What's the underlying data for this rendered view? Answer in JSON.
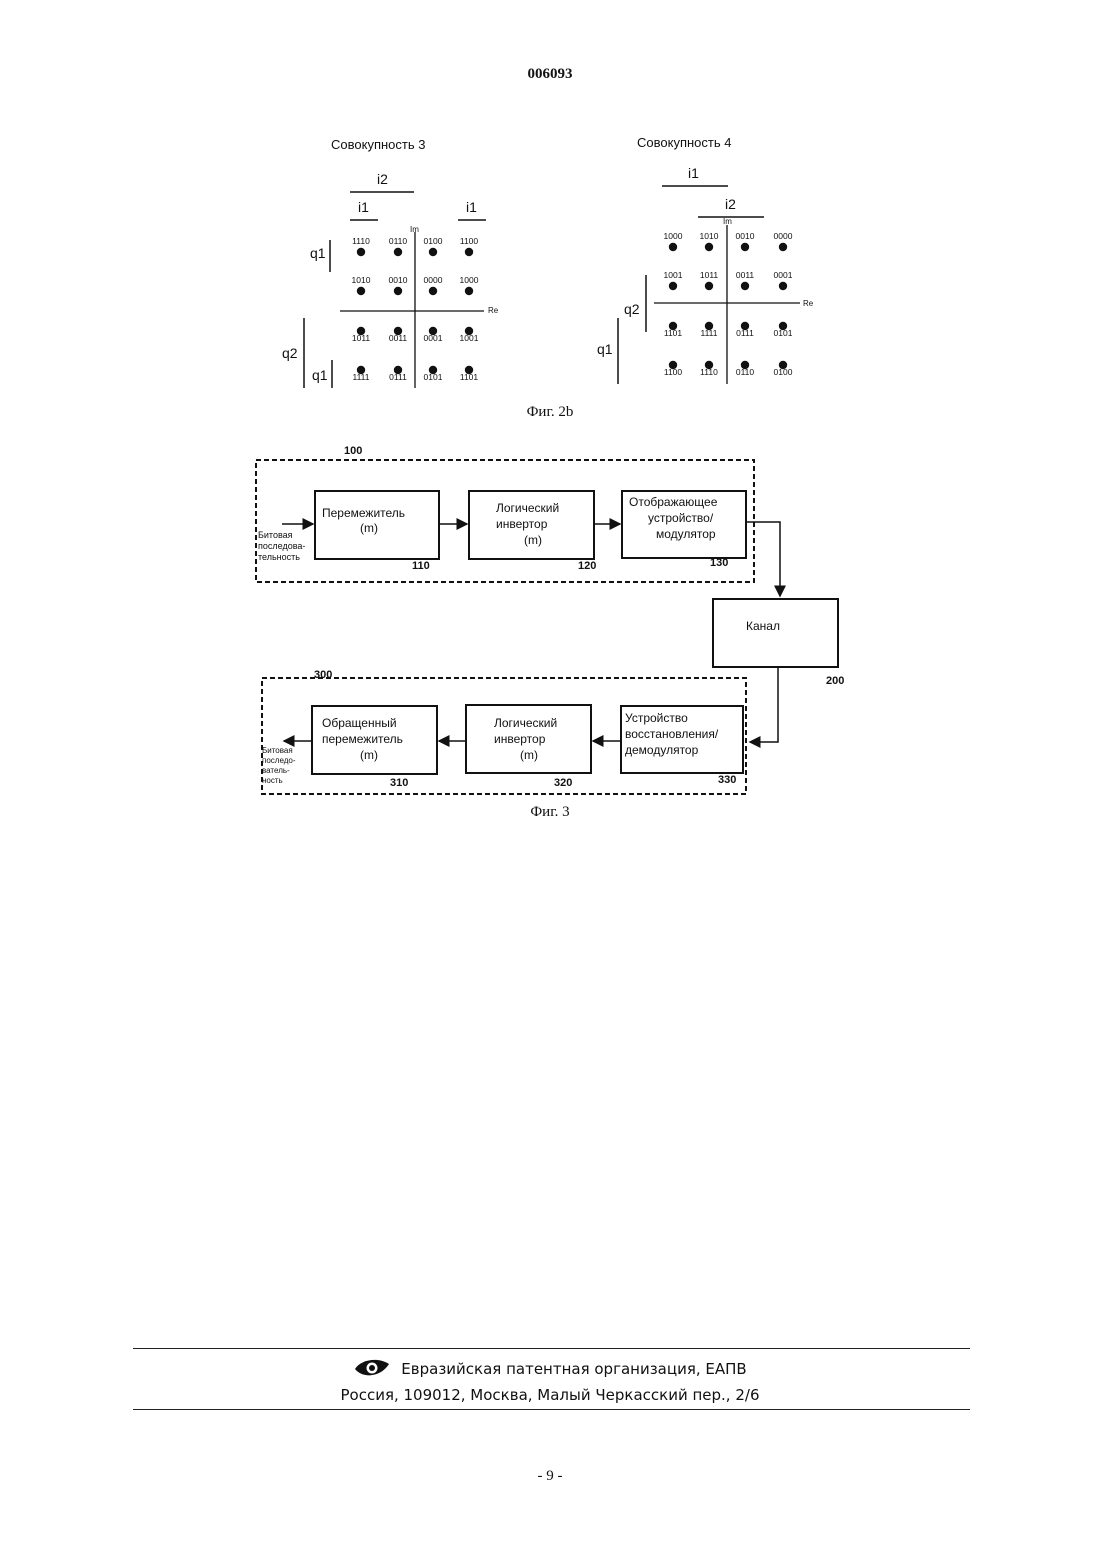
{
  "header": {
    "doc_number": "006093"
  },
  "fig2b": {
    "caption": "Фиг. 2b",
    "set3": {
      "title": "Совокупность 3",
      "labels": {
        "i2": "i2",
        "i1_left": "i1",
        "i1_right": "i1",
        "q1_top": "q1",
        "q2": "q2",
        "q1_bottom": "q1",
        "im": "Im",
        "re": "Re"
      },
      "rows": [
        [
          "1110",
          "0110",
          "0100",
          "1100"
        ],
        [
          "1010",
          "0010",
          "0000",
          "1000"
        ],
        [
          "1011",
          "0011",
          "0001",
          "1001"
        ],
        [
          "1111",
          "0111",
          "0101",
          "1101"
        ]
      ]
    },
    "set4": {
      "title": "Совокупность 4",
      "labels": {
        "i1": "i1",
        "i2": "i2",
        "q2": "q2",
        "q1": "q1",
        "im": "Im",
        "re": "Re"
      },
      "rows": [
        [
          "1000",
          "1010",
          "0010",
          "0000"
        ],
        [
          "1001",
          "1011",
          "0011",
          "0001"
        ],
        [
          "1101",
          "1111",
          "0111",
          "0101"
        ],
        [
          "1100",
          "1110",
          "0110",
          "0100"
        ]
      ]
    }
  },
  "fig3": {
    "caption": "Фиг. 3",
    "transmitter": {
      "ref": "100",
      "input_label": [
        "Битовая",
        "последова-",
        "тельность"
      ],
      "blocks": [
        {
          "ref": "110",
          "lines": [
            "Перемежитель",
            "(m)"
          ]
        },
        {
          "ref": "120",
          "lines": [
            "Логический",
            "инвертор",
            "(m)"
          ]
        },
        {
          "ref": "130",
          "lines": [
            "Отображающее",
            "устройство/",
            "модулятор"
          ]
        }
      ]
    },
    "channel": {
      "ref": "200",
      "label": "Канал"
    },
    "receiver": {
      "ref": "300",
      "output_label": [
        "Битовая",
        "последо-",
        "ватель-",
        "ность"
      ],
      "blocks": [
        {
          "ref": "310",
          "lines": [
            "Обращенный",
            "перемежитель",
            "(m)"
          ]
        },
        {
          "ref": "320",
          "lines": [
            "Логический",
            "инвертор",
            "(m)"
          ]
        },
        {
          "ref": "330",
          "lines": [
            "Устройство",
            "восстановления/",
            "демодулятор"
          ]
        }
      ]
    }
  },
  "footer": {
    "org": "Евразийская патентная организация, ЕАПВ",
    "address": "Россия, 109012, Москва, Малый Черкасский пер., 2/6",
    "page": "- 9 -"
  }
}
